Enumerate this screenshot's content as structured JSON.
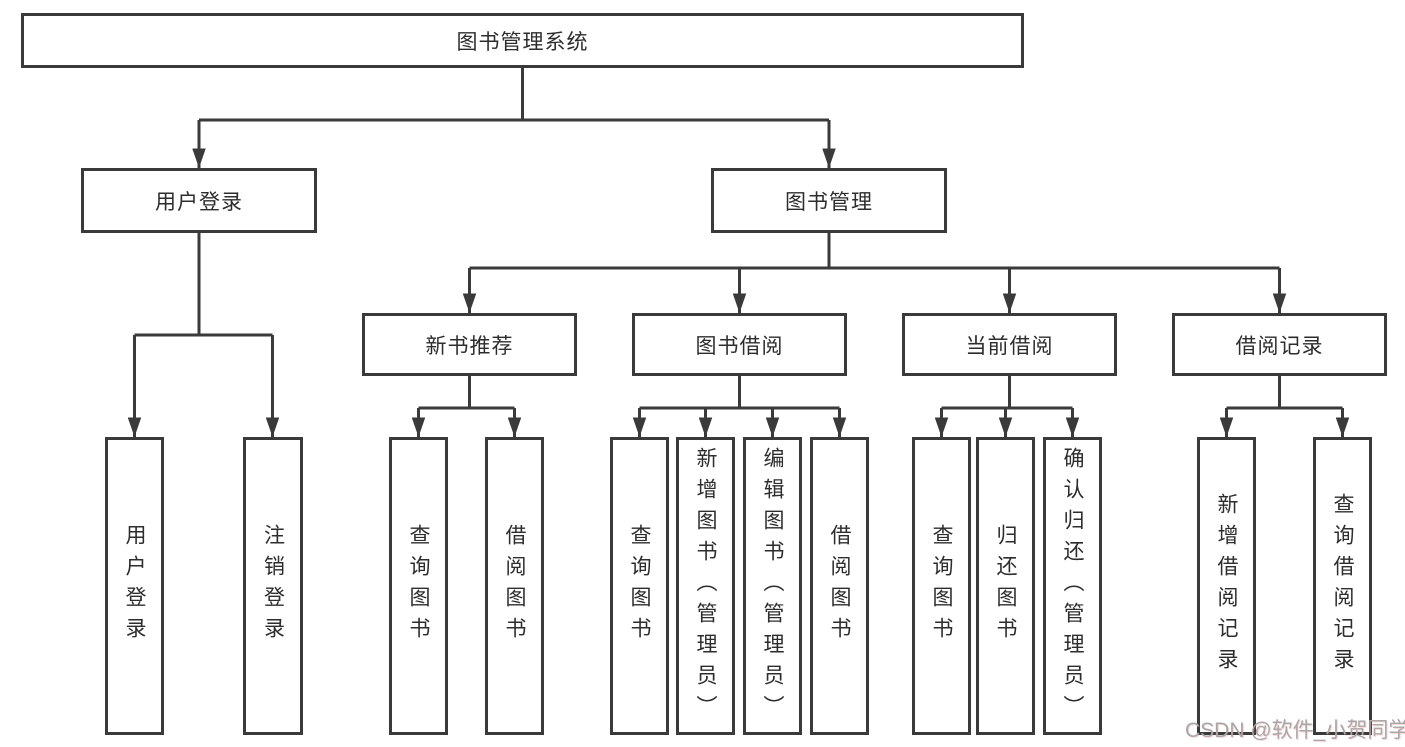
{
  "diagram": {
    "root": {
      "label": "图书管理系统"
    },
    "branches": [
      {
        "label": "用户登录",
        "children": [
          {
            "label": "用户登录"
          },
          {
            "label": "注销登录"
          }
        ]
      },
      {
        "label": "图书管理",
        "children": [
          {
            "label": "新书推荐",
            "children": [
              {
                "label": "查询图书"
              },
              {
                "label": "借阅图书"
              }
            ]
          },
          {
            "label": "图书借阅",
            "children": [
              {
                "label": "查询图书"
              },
              {
                "label": "新增图书（管理员）"
              },
              {
                "label": "编辑图书（管理员）"
              },
              {
                "label": "借阅图书"
              }
            ]
          },
          {
            "label": "当前借阅",
            "children": [
              {
                "label": "查询图书"
              },
              {
                "label": "归还图书"
              },
              {
                "label": "确认归还（管理员）"
              }
            ]
          },
          {
            "label": "借阅记录",
            "children": [
              {
                "label": "新增借阅记录"
              },
              {
                "label": "查询借阅记录"
              }
            ]
          }
        ]
      }
    ]
  },
  "watermark": {
    "text": "CSDN @软件_小贺同学"
  },
  "colors": {
    "line": "#3a3a3a",
    "text": "#2d2d2d",
    "box_background": "#ffffff",
    "page_background": "#ffffff",
    "watermark": "#a8a8a8"
  }
}
